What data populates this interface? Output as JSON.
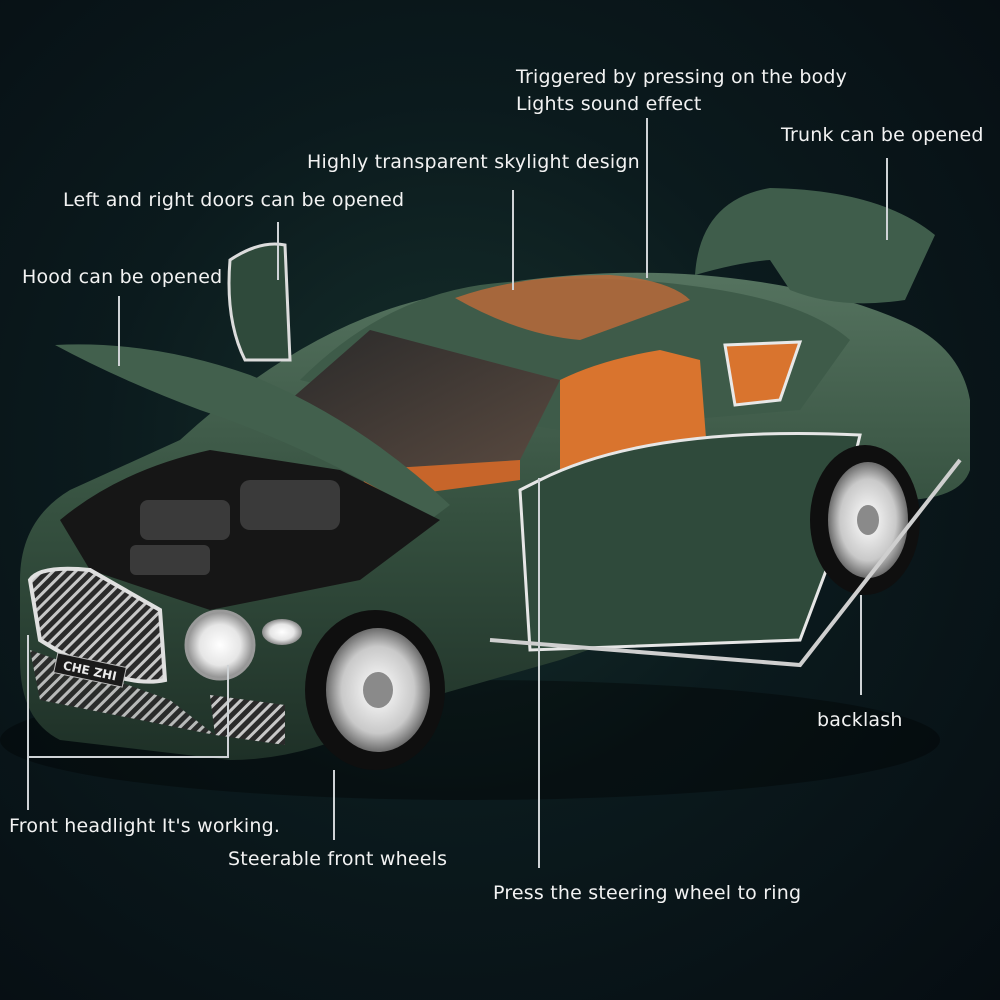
{
  "image": {
    "subject": "green toy car model with opened doors, hood and trunk",
    "background_color": "#0b1a1d",
    "car_color": "#3c5a48",
    "interior_color": "#d9742e"
  },
  "labels": {
    "triggered_line1": "Triggered by pressing on the body",
    "triggered_line2": "Lights sound effect",
    "trunk": "Trunk can be opened",
    "skylight": "Highly transparent skylight design",
    "doors": "Left and right doors can be opened",
    "hood": "Hood can be opened",
    "backlash": "backlash",
    "headlight": "Front headlight It's working.",
    "front_wheels": "Steerable front wheels",
    "steering": "Press the steering wheel to ring"
  },
  "badge": {
    "plate": "CHE ZHI"
  }
}
